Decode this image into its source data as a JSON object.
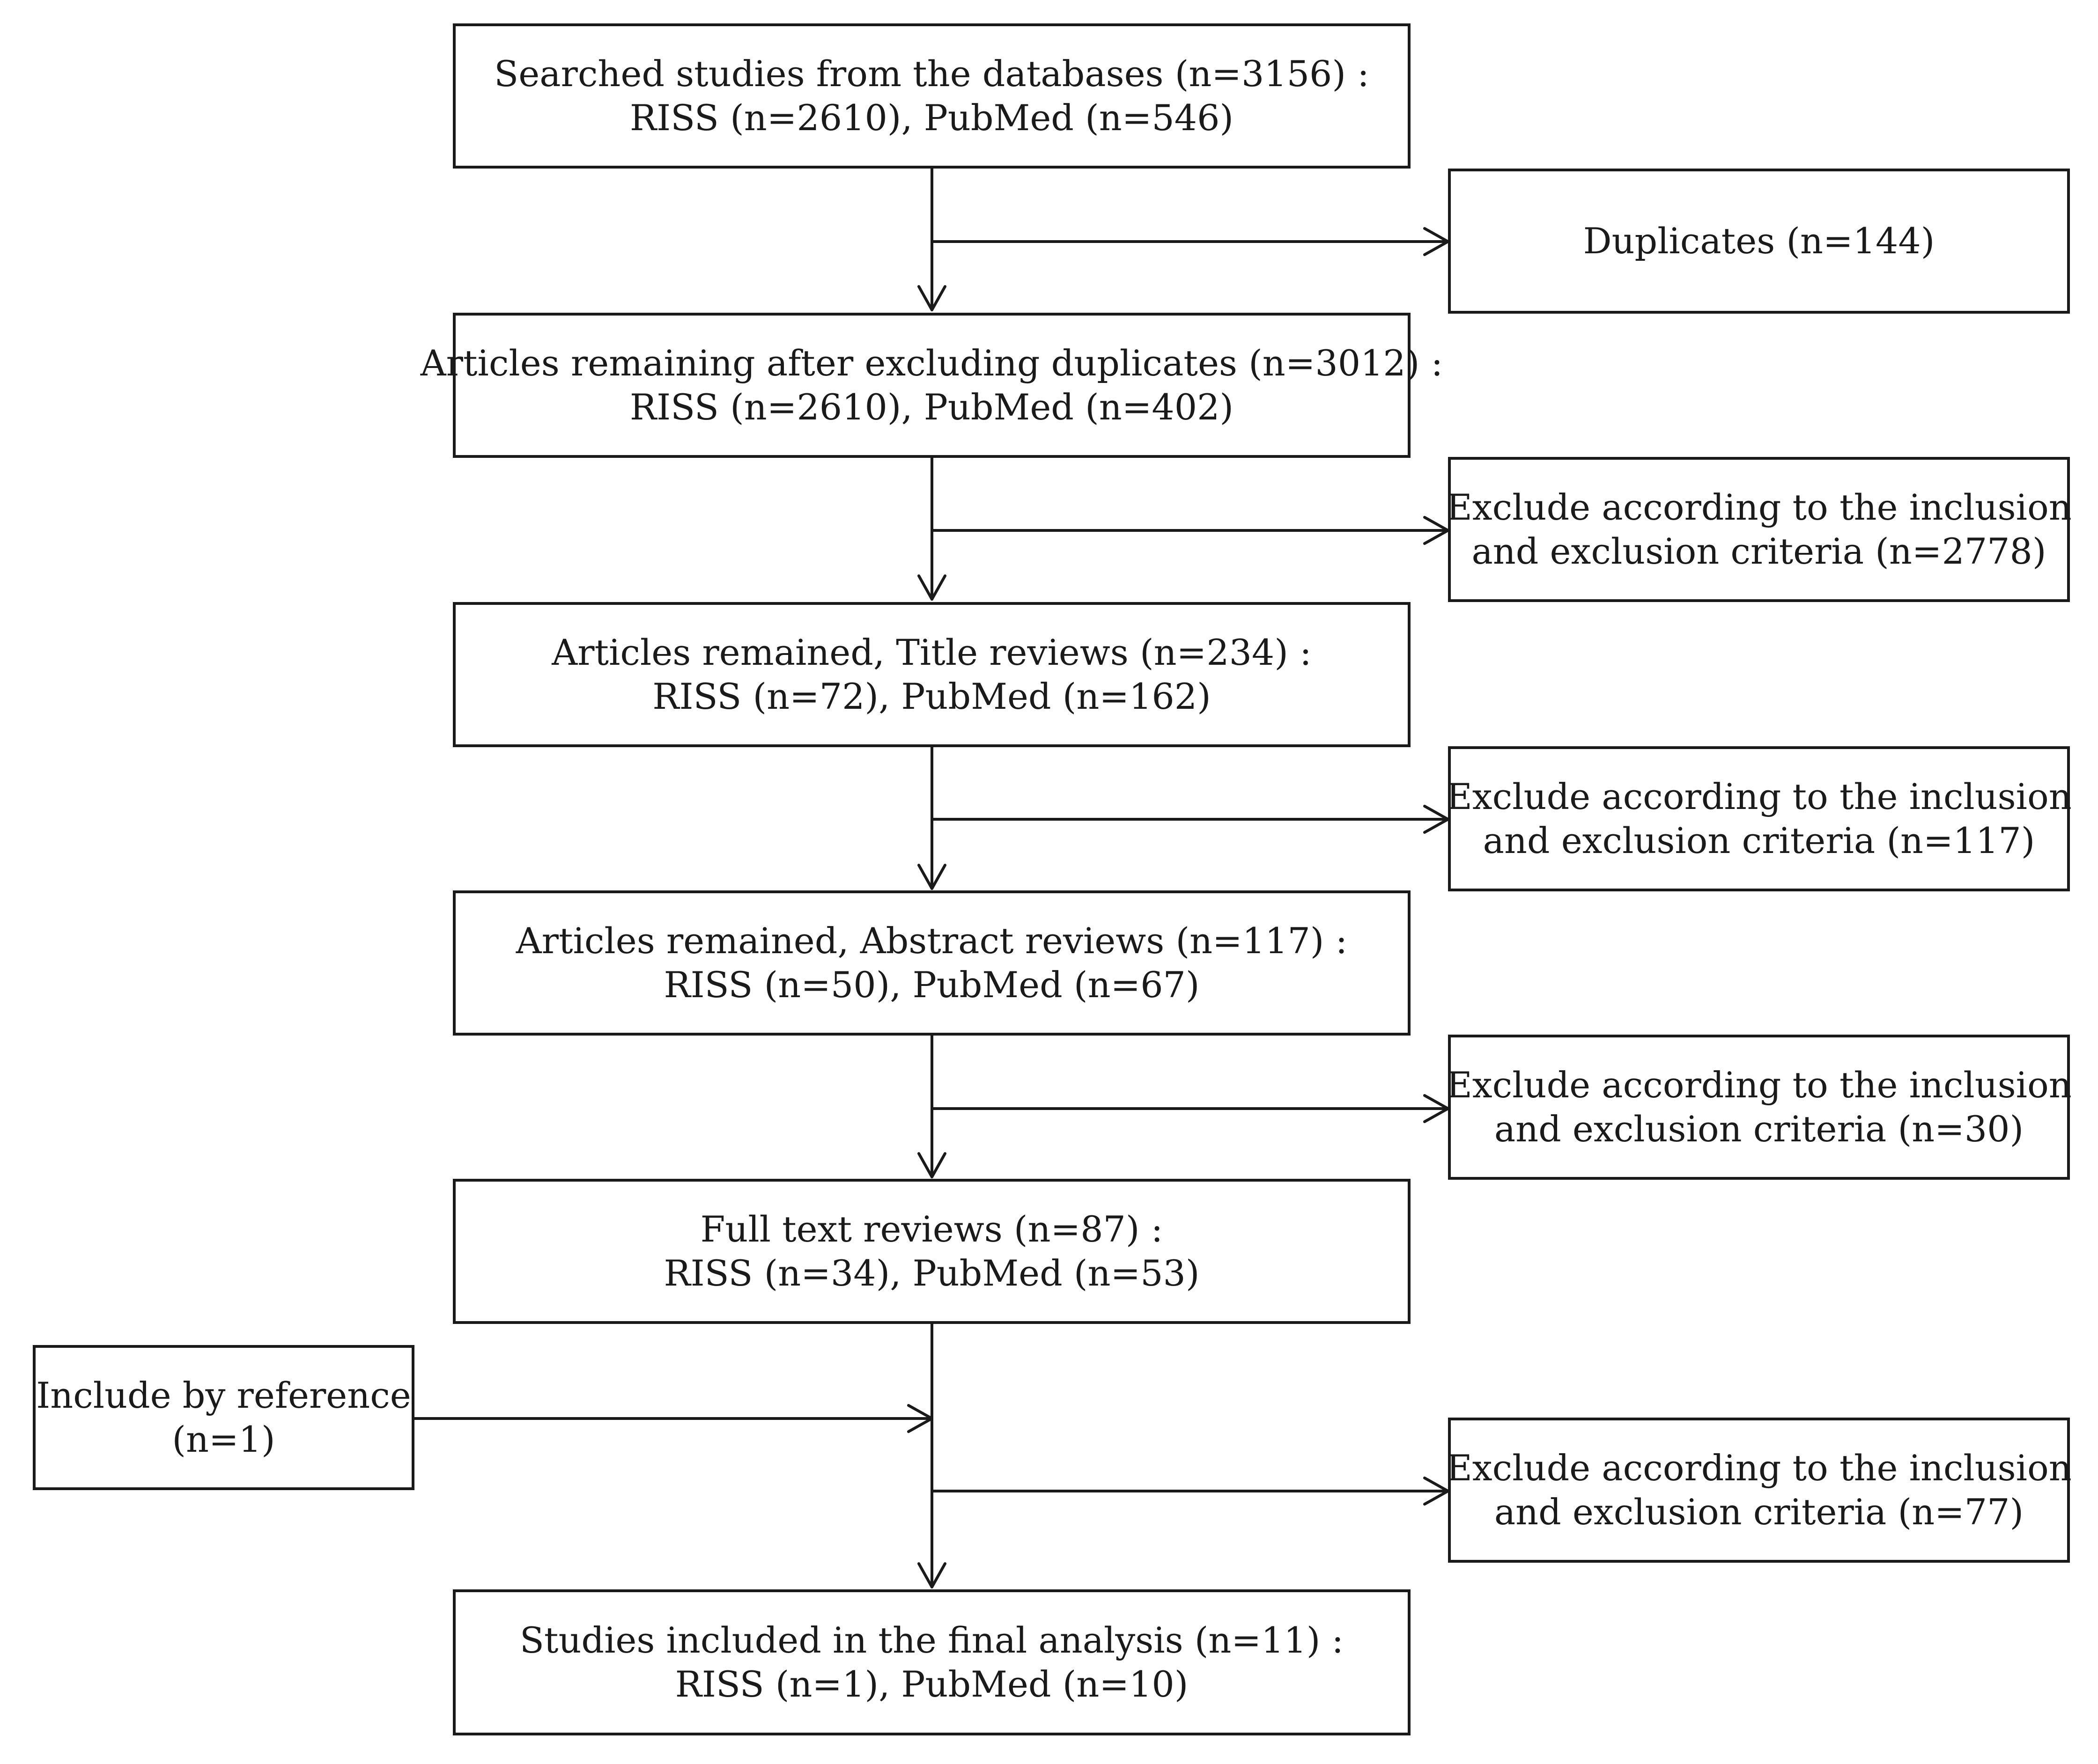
{
  "flow": {
    "main": [
      {
        "line1": "Searched studies from the databases (n=3156) :",
        "line2": "RISS (n=2610), PubMed (n=546)"
      },
      {
        "line1": "Articles remaining after excluding duplicates (n=3012) :",
        "line2": "RISS (n=2610), PubMed (n=402)"
      },
      {
        "line1": "Articles remained, Title reviews (n=234) :",
        "line2": "RISS (n=72), PubMed (n=162)"
      },
      {
        "line1": "Articles remained, Abstract reviews (n=117) :",
        "line2": "RISS (n=50), PubMed (n=67)"
      },
      {
        "line1": "Full text reviews (n=87) :",
        "line2": "RISS (n=34), PubMed (n=53)"
      },
      {
        "line1": "Studies included in the final analysis (n=11) :",
        "line2": "RISS (n=1), PubMed (n=10)"
      }
    ],
    "side": [
      {
        "line1": "Duplicates (n=144)",
        "line2": ""
      },
      {
        "line1": "Exclude according to  the inclusion",
        "line2": "and exclusion criteria (n=2778)"
      },
      {
        "line1": "Exclude according to  the inclusion",
        "line2": "and exclusion criteria (n=117)"
      },
      {
        "line1": "Exclude according to  the inclusion",
        "line2": "and exclusion criteria (n=30)"
      },
      {
        "line1": "Exclude according to  the inclusion",
        "line2": "and exclusion criteria (n=77)"
      }
    ],
    "include": {
      "line1": "Include by reference",
      "line2": "(n=1)"
    }
  }
}
